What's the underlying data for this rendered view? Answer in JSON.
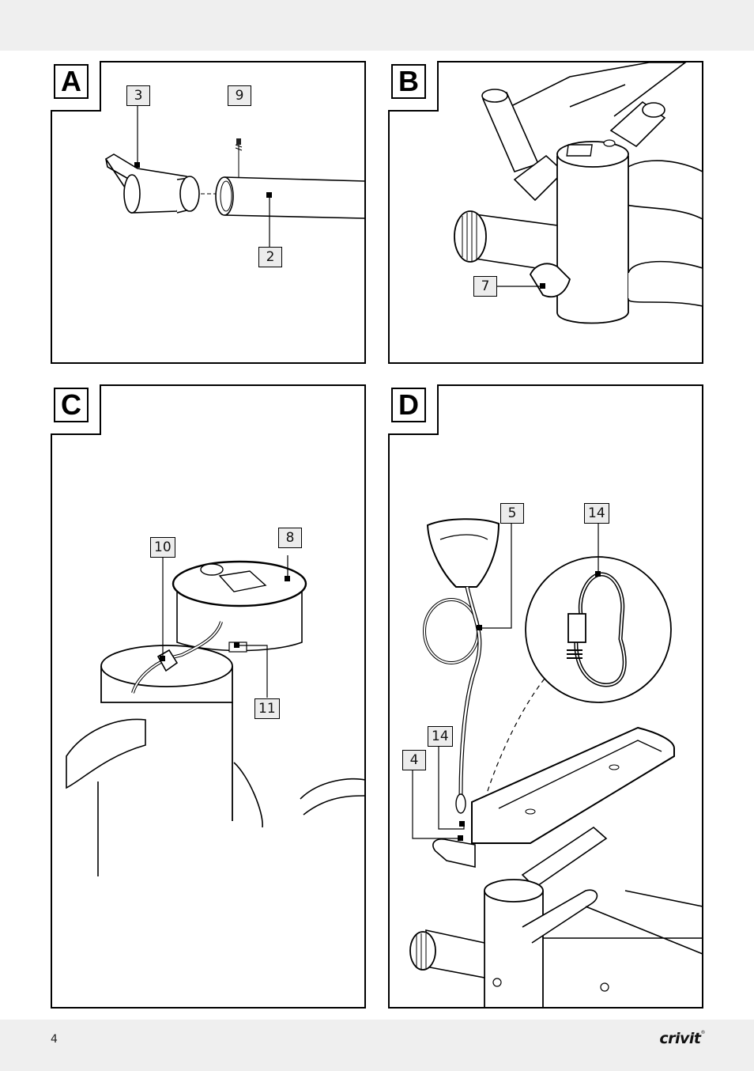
{
  "page": {
    "number": "4",
    "brand": "crivit"
  },
  "panels": {
    "a": {
      "letter": "A",
      "labels": {
        "l3": "3",
        "l9": "9",
        "l2": "2"
      }
    },
    "b": {
      "letter": "B",
      "labels": {
        "l7": "7"
      }
    },
    "c": {
      "letter": "C",
      "labels": {
        "l10": "10",
        "l8": "8",
        "l11": "11"
      }
    },
    "d": {
      "letter": "D",
      "labels": {
        "l5": "5",
        "l14a": "14",
        "l14b": "14",
        "l4": "4"
      }
    }
  },
  "colors": {
    "band": "#efefef",
    "label_fill": "#ececec",
    "line": "#000000"
  }
}
